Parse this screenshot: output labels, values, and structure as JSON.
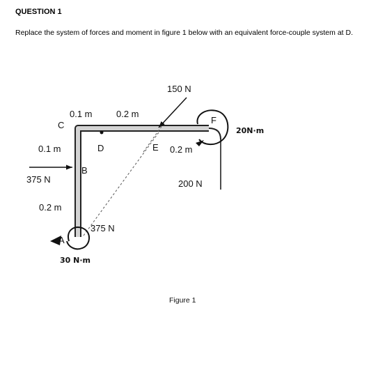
{
  "question": {
    "title": "QUESTION 1",
    "text": "Replace the system of forces and moment in figure 1 below with an equivalent force-couple system at D."
  },
  "figure": {
    "caption": "Figure 1",
    "points": {
      "A": "A",
      "B": "B",
      "C": "C",
      "D": "D",
      "E": "E",
      "F": "F"
    },
    "dimensions": {
      "top_left": "0.1 m",
      "top_mid": "0.2 m",
      "left_upper": "0.1 m",
      "left_lower": "0.2 m",
      "right_segment": "0.2 m"
    },
    "loads": {
      "force_inclined": "150 N",
      "force_horizontal": "375 N",
      "force_vertical": "200 N",
      "force_A": "375 N",
      "moment_F": "20N·m",
      "moment_A": "30 N·m"
    }
  }
}
